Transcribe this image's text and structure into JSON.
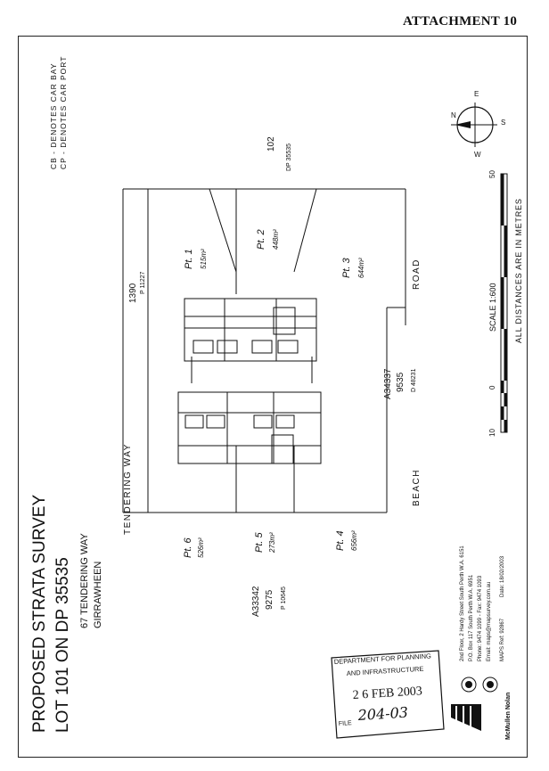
{
  "attachment_label": "ATTACHMENT 10",
  "title": {
    "line1": "PROPOSED  STRATA  SURVEY",
    "line2": "LOT 101 ON DP 35535",
    "line3": "67 TENDERING WAY",
    "line4": "GIRRAWHEEN"
  },
  "legend": {
    "cb": "CB - DENOTES CAR BAY",
    "cp": "CP - DENOTES CAR PORT"
  },
  "roads": {
    "left": "TENDERING  WAY",
    "right_a": "BEACH",
    "right_b": "ROAD"
  },
  "adjacent": {
    "top_lot": "1390",
    "top_plan": "P 11227",
    "right_lot": "102",
    "right_plan": "DP 35535",
    "bottom_lot": "A33342",
    "bottom_num": "9275",
    "bottom_plan": "P 10645",
    "road_lot": "A34337",
    "road_num": "9535",
    "road_plan": "D 48231"
  },
  "lots": {
    "pt1": "Pt. 1",
    "pt1_area": "515m²",
    "pt2": "Pt. 2",
    "pt2_area": "448m²",
    "pt3": "Pt. 3",
    "pt3_area": "644m²",
    "pt4": "Pt. 4",
    "pt4_area": "656m²",
    "pt5": "Pt. 5",
    "pt5_area": "273m²",
    "pt6": "Pt. 6",
    "pt6_area": "526m²"
  },
  "scale": {
    "text": "SCALE 1:600",
    "note": "ALL DISTANCES ARE IN METRES",
    "tick_0": "0",
    "tick_10": "10",
    "tick_50": "50"
  },
  "company": {
    "line1": "2nd Floor, 2 Hardy Street South Perth W.A. 6151",
    "line2": "P.O. Box 117 South Perth W.A. 6951",
    "line3": "Phone: 9474 1099 - Fax: 9474 1093",
    "line4": "Email: maps@mapsurvey.com.au",
    "maps_ref": "MAPS Ref: 92867",
    "date": "Date: 18/02/2003",
    "logo_name": "McMullen Nolan"
  },
  "stamp": {
    "line1": "DEPARTMENT FOR PLANNING",
    "line2": "AND INFRASTRUCTURE",
    "date": "2 6 FEB 2003",
    "file_label": "FILE",
    "file_no": "204-03"
  },
  "compass": {
    "n": "N",
    "s": "S",
    "e": "E",
    "w": "W"
  }
}
